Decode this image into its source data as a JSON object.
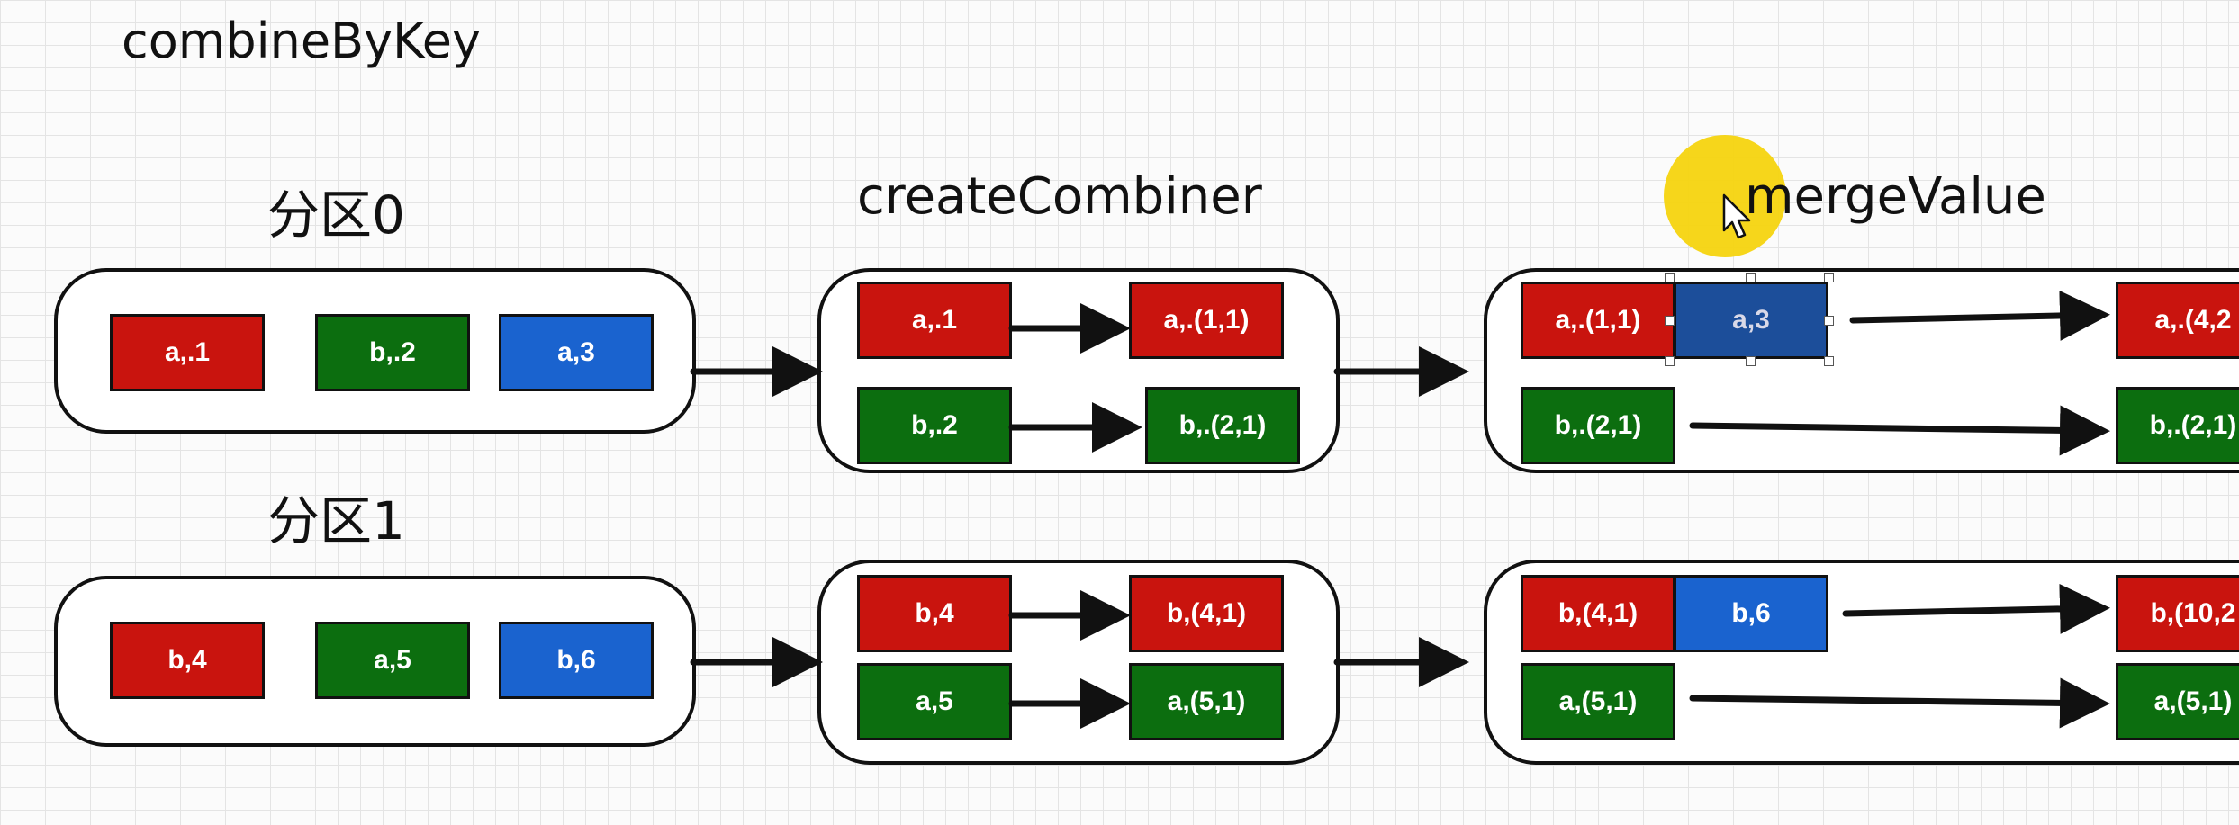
{
  "title": "combineByKey",
  "partition0_label": "分区0",
  "partition1_label": "分区1",
  "create_combiner_label": "createCombiner",
  "merge_value_label": "mergeValue",
  "partition0_items": [
    "a,.1",
    "b,.2",
    "a,3"
  ],
  "partition1_items": [
    "b,4",
    "a,5",
    "b,6"
  ],
  "create_combiner_p0": {
    "row1_in": "a,.1",
    "row1_out": "a,.(1,1)",
    "row2_in": "b,.2",
    "row2_out": "b,.(2,1)"
  },
  "create_combiner_p1": {
    "row1_in": "b,4",
    "row1_out": "b,(4,1)",
    "row2_in": "a,5",
    "row2_out": "a,(5,1)"
  },
  "merge_value_p0": {
    "row1_acc": "a,.(1,1)",
    "row1_val": "a,3",
    "row1_out": "a,.(4,2",
    "row2_acc": "b,.(2,1)",
    "row2_out": "b,.(2,1)"
  },
  "merge_value_p1": {
    "row1_acc": "b,(4,1)",
    "row1_val": "b,6",
    "row1_out": "b,(10,2",
    "row2_acc": "a,(5,1)",
    "row2_out": "a,(5,1)"
  },
  "colors": {
    "key_a": "#c9140e",
    "key_b": "#0c6e0f",
    "incoming_value": "#1a63cf",
    "selected_value": "#1c4e9a",
    "cursor_highlight": "#f5d40f"
  },
  "icons": [
    "mouse-cursor-icon",
    "cursor-highlight",
    "selection-handle"
  ]
}
